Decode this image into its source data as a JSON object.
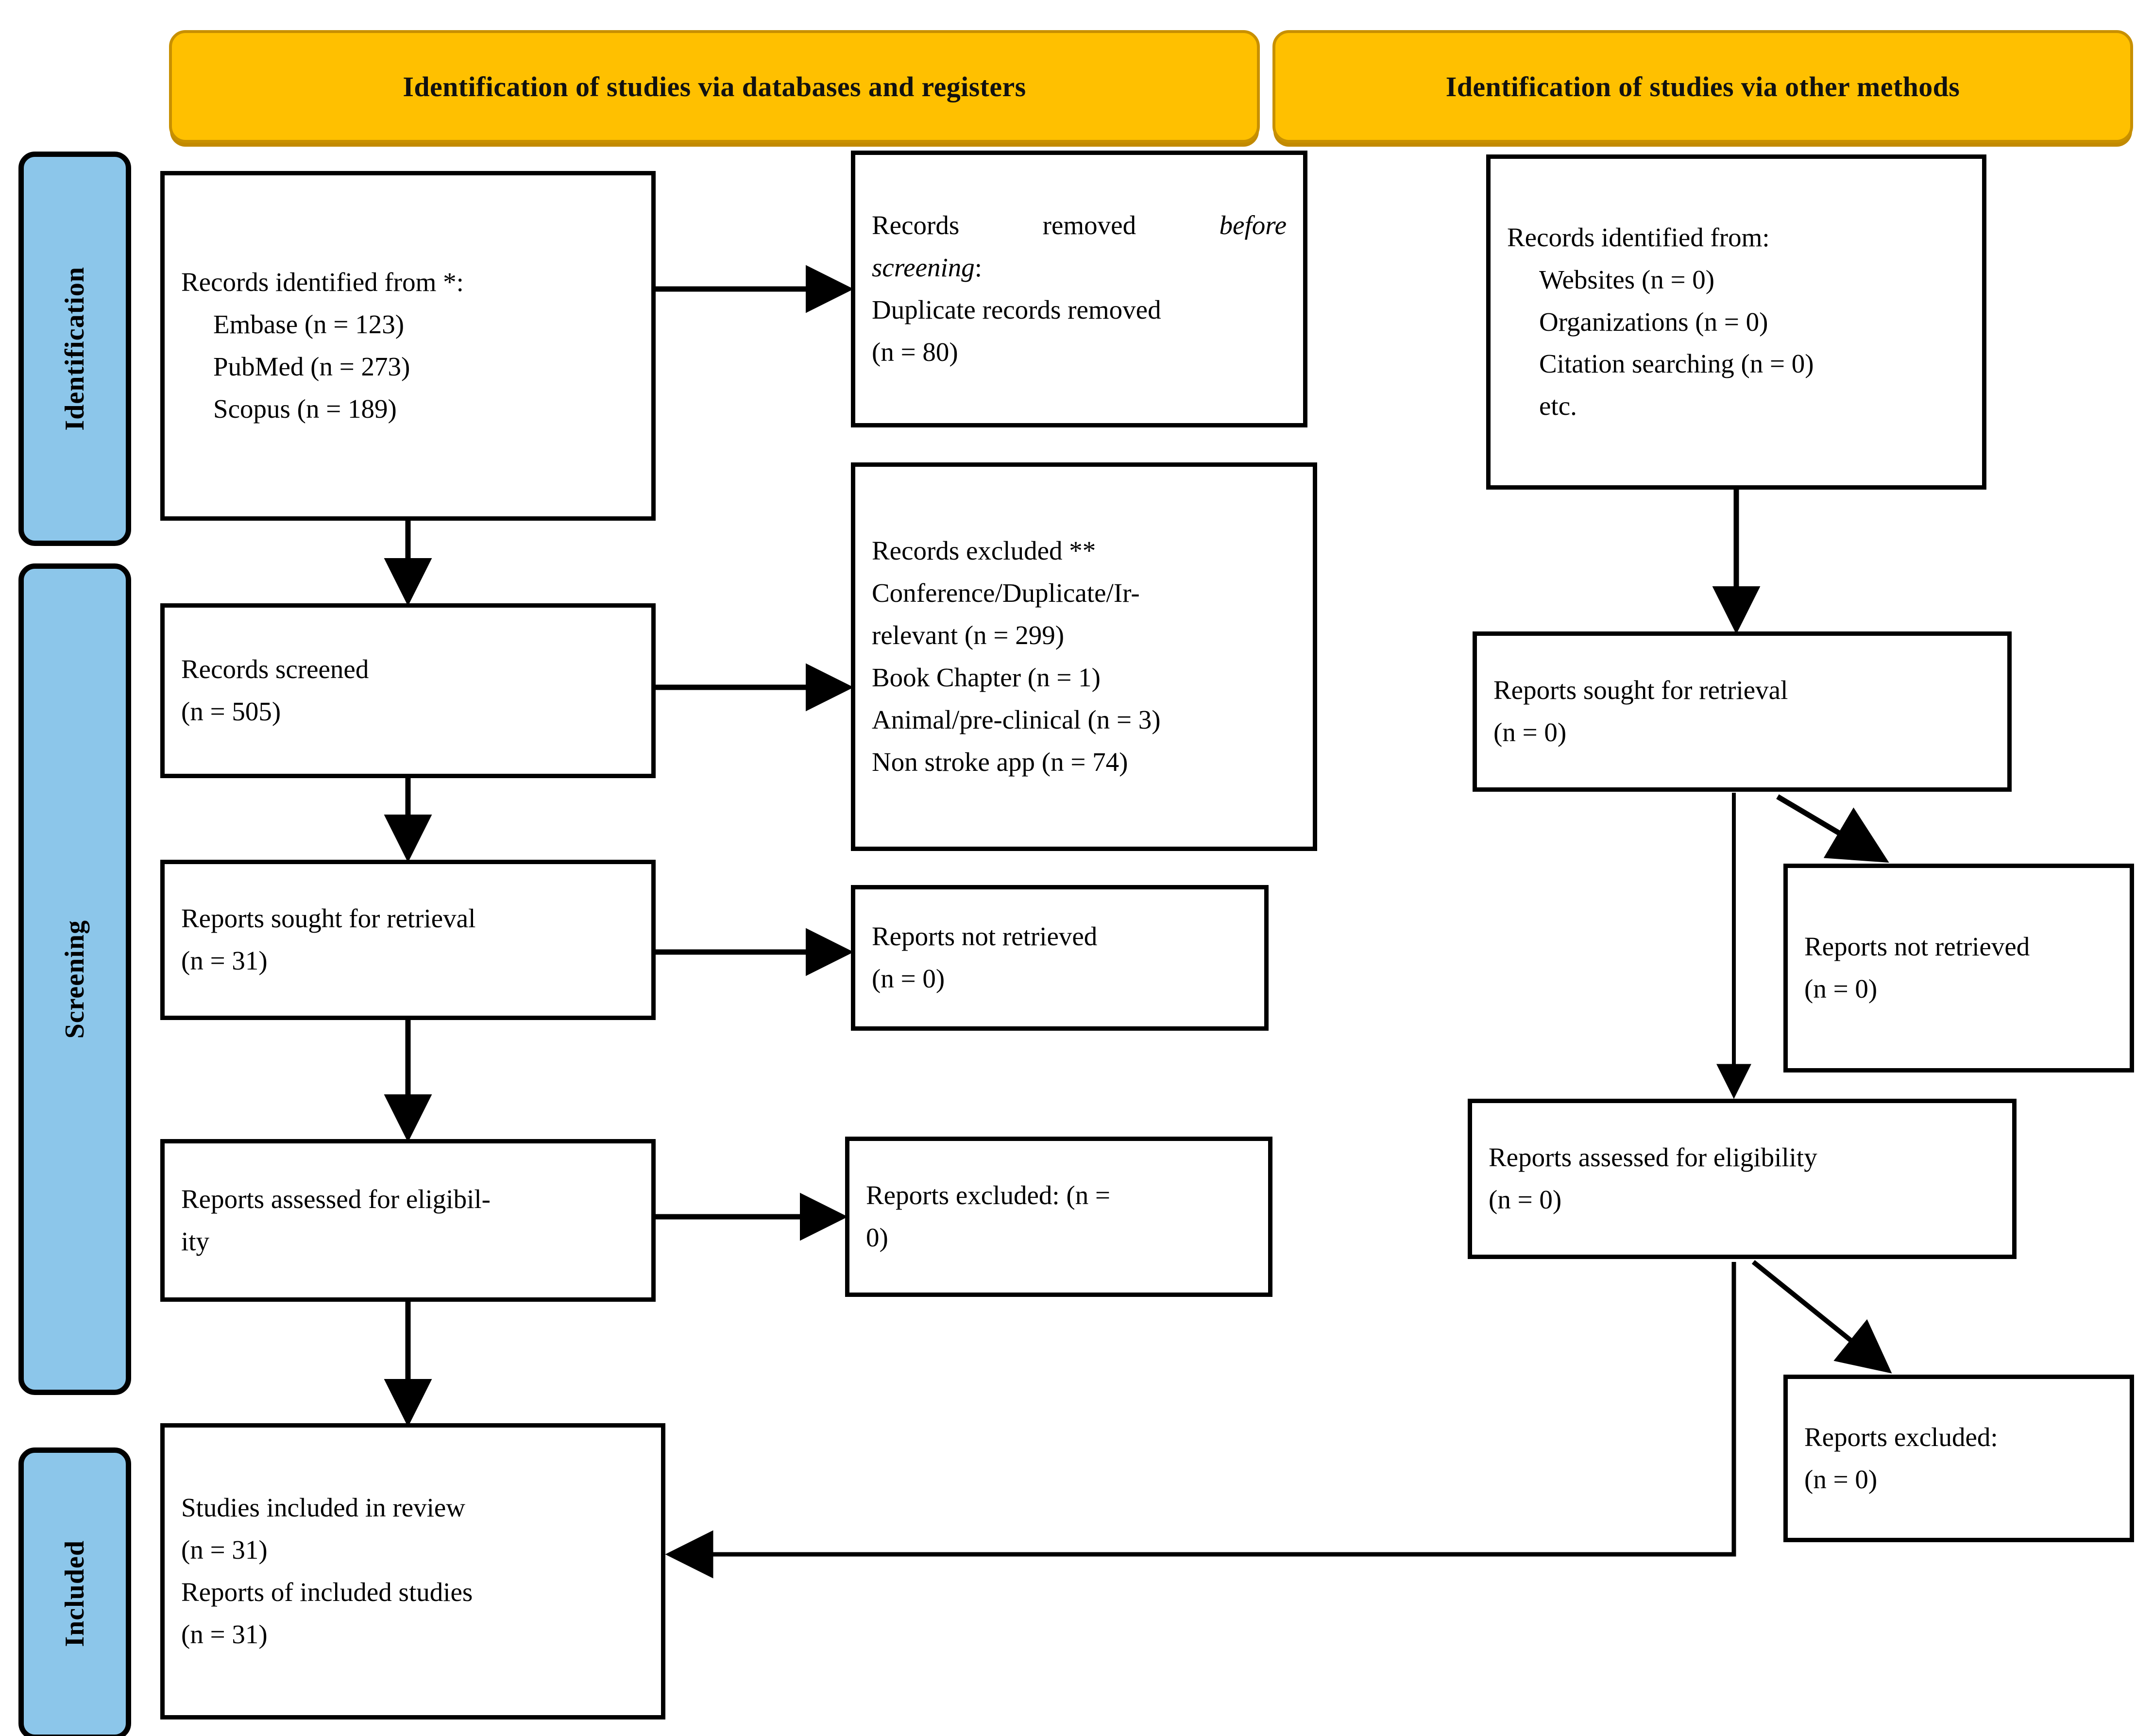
{
  "banners": [
    {
      "id": "databases",
      "label": "Identification of studies via databases and registers"
    },
    {
      "id": "other",
      "label": "Identification of studies via other methods"
    }
  ],
  "stages": [
    {
      "id": "identification",
      "label": "Identification"
    },
    {
      "id": "screening",
      "label": "Screening"
    },
    {
      "id": "included",
      "label": "Included"
    }
  ],
  "colors": {
    "banner_fill": "#FFC000",
    "banner_border": "#C89000",
    "stage_fill": "#8CC6EA",
    "box_border": "#000000",
    "box_fill": "#FFFFFF"
  },
  "boxes": {
    "records_identified": {
      "title": "Records identified from *:",
      "items": [
        "Embase (n = 123)",
        "PubMed (n = 273)",
        "Scopus (n = 189)"
      ]
    },
    "records_removed": {
      "line1": "Records   removed   ",
      "line1_em": "before",
      "line2_em": "screening",
      "line2_tail": ":",
      "line3": "Duplicate records removed",
      "line4": "(n = 80)"
    },
    "records_screened": {
      "title": "Records screened",
      "count": "(n = 505)"
    },
    "records_excluded": {
      "title": "Records excluded **",
      "items": [
        "Conference/Duplicate/Ir-",
        "relevant (n = 299)",
        "Book Chapter (n = 1)",
        "Animal/pre-clinical (n = 3)",
        "Non stroke app (n = 74)"
      ]
    },
    "reports_sought_left": {
      "title": "Reports sought for retrieval",
      "count": "(n = 31)"
    },
    "reports_not_retrieved_left": {
      "title": "Reports not retrieved",
      "count": "(n = 0)"
    },
    "reports_assessed_left": {
      "line1": "Reports  assessed  for  eligibil-",
      "line2": "ity"
    },
    "reports_excluded_left": {
      "line1": "Reports  excluded:  (n  =",
      "line2": "0)"
    },
    "studies_included": {
      "line1": "Studies included in review",
      "line2": "(n = 31)",
      "line3": "Reports of included studies",
      "line4": "(n = 31)"
    },
    "records_identified_other": {
      "title": "Records identified from:",
      "items": [
        "Websites (n = 0)",
        "Organizations (n = 0)",
        "Citation searching (n = 0)",
        "etc."
      ]
    },
    "reports_sought_right": {
      "title": "Reports sought for retrieval",
      "count": "(n = 0)"
    },
    "reports_not_retrieved_right": {
      "title": "Reports not retrieved",
      "count": "(n = 0)"
    },
    "reports_assessed_right": {
      "title": "Reports assessed for eligibility",
      "count": "(n = 0)"
    },
    "reports_excluded_right": {
      "line1": "Reports   excluded:",
      "line2": "(n = 0)"
    }
  }
}
